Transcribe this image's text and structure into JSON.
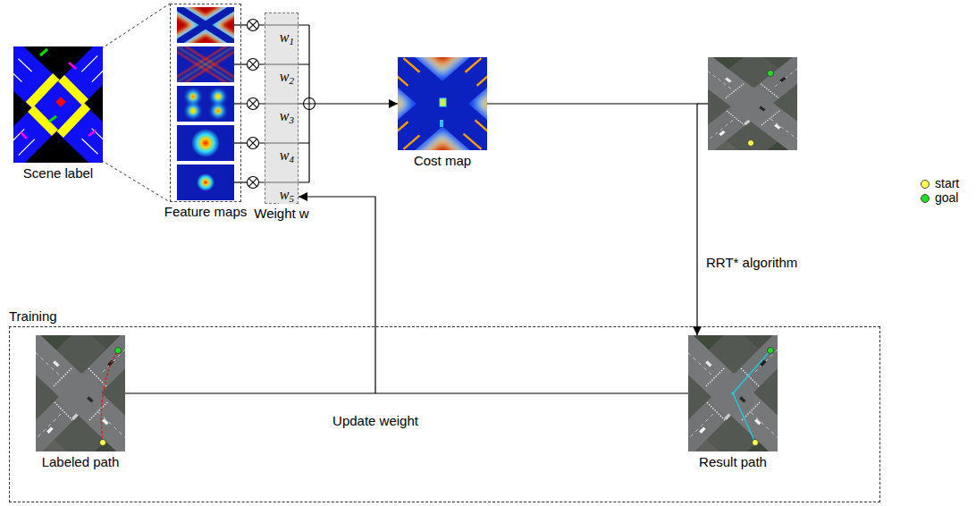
{
  "diagram": {
    "nodes": [
      {
        "text": [
          "Scene label"
        ]
      },
      {
        "text": [
          "Feature maps"
        ]
      },
      {
        "text": [
          "Weight w",
          "w1",
          "w2",
          "w3",
          "w4",
          "w5"
        ]
      },
      {
        "text": [
          "Cost map"
        ]
      },
      {
        "text": [
          "Training"
        ]
      },
      {
        "text": [
          "Labeled path"
        ],
        "in": 4
      },
      {
        "text": [
          "Result path"
        ],
        "in": 4
      }
    ],
    "edges": [
      {
        "from": 1,
        "to": 3,
        "arrow": "to"
      },
      {
        "from": 3,
        "to": 6,
        "label": "RRT* algorithm",
        "arrow": "to"
      },
      {
        "from": 5,
        "to": 6,
        "label": "Update weight",
        "arrow": "none"
      },
      {
        "from": 4,
        "to": 2,
        "arrow": "to"
      }
    ],
    "legend": [
      {
        "text": "start",
        "color": "#ffff4d"
      },
      {
        "text": "goal",
        "color": "#22dd22"
      }
    ]
  }
}
